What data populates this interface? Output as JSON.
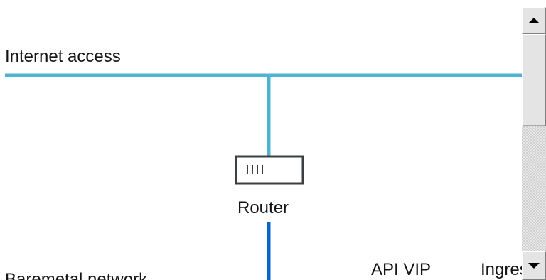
{
  "diagram": {
    "labels": {
      "internet": "Internet access",
      "router": "Router",
      "api_vip": "API VIP",
      "ingress": "Ingress",
      "baremetal": "Baremetal network"
    },
    "colors": {
      "internet_line": "#4eb4d2",
      "baremetal_line": "#0a64c8",
      "router_outline": "#3c3f42"
    },
    "icons": {
      "router": "router-icon"
    }
  },
  "scrollbar": {
    "up_icon": "arrow-up-icon",
    "down_icon": "arrow-down-icon"
  }
}
